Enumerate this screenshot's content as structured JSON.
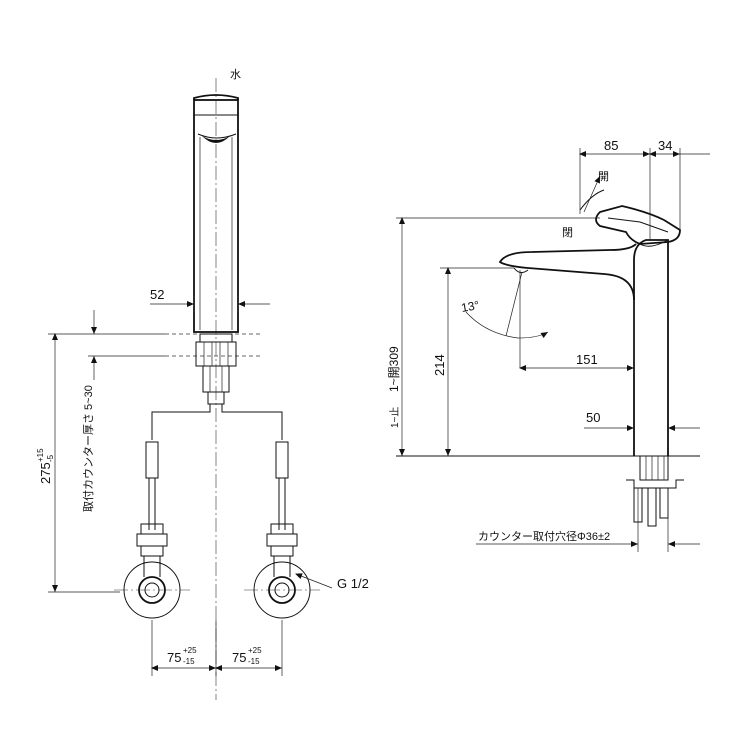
{
  "front_view": {
    "hot_label": "水",
    "dim_spout_width": "52",
    "dim_counter_thickness": "取付カウンター厚さ 5~30",
    "dim_supply_length_main": "275",
    "dim_supply_length_tol_upper": "+15",
    "dim_supply_length_tol_lower": "-5",
    "dim_thread": "G 1/2",
    "dim_left_offset_main": "75",
    "dim_left_offset_tol_upper": "+25",
    "dim_left_offset_tol_lower": "-15",
    "dim_right_offset_main": "75",
    "dim_right_offset_tol_upper": "+25",
    "dim_right_offset_tol_lower": "-15"
  },
  "side_view": {
    "dim_lever_reach": "85",
    "dim_lever_rear": "34",
    "label_open_upper": "開",
    "label_open_lower": "閉",
    "dim_max_height": "1~開309",
    "dim_spout_height": "214",
    "dim_angle": "13°",
    "dim_spout_reach": "151",
    "dim_body_width": "50",
    "label_stop": "1~止",
    "dim_hole": "カウンター取付穴径Φ36±2"
  }
}
